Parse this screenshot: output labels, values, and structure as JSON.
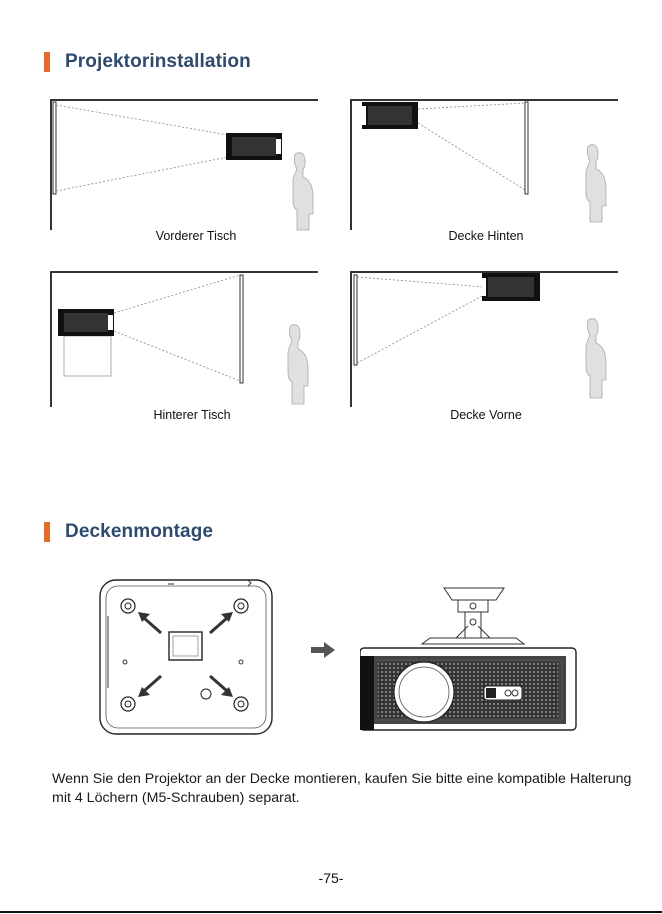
{
  "sections": {
    "installation_title": "Projektorinstallation",
    "mounting_title": "Deckenmontage"
  },
  "diagrams": {
    "front_table": "Vorderer Tisch",
    "ceiling_rear": "Decke Hinten",
    "rear_table": "Hinterer Tisch",
    "ceiling_front": "Decke Vorne"
  },
  "body": {
    "mount_note": "Wenn Sie den Projektor an der Decke montieren, kaufen Sie bitte eine kompatible Halterung mit 4 Löchern (M5-Schrauben) separat."
  },
  "footer": {
    "page_number": "-75-"
  },
  "colors": {
    "accent": "#e8692a",
    "heading": "#2e4a6e"
  }
}
